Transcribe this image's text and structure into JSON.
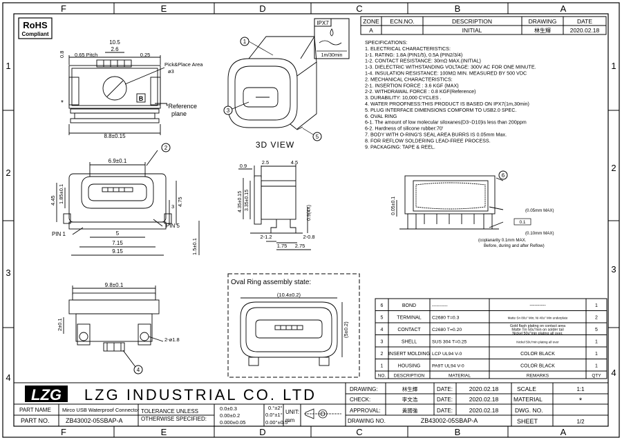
{
  "frame": {
    "columns": [
      "F",
      "E",
      "D",
      "C",
      "B",
      "A"
    ],
    "rows": [
      "1",
      "2",
      "3",
      "4"
    ]
  },
  "badges": {
    "rohs_line1": "RoHS",
    "rohs_line2": "Compliant",
    "ipx7_label": "IPX7",
    "ipx7_spec": "1m/30min"
  },
  "revision_table": {
    "headers": [
      "ZONE",
      "ECN.NO.",
      "DESCRIPTION",
      "DRAWING",
      "DATE"
    ],
    "row": {
      "zone": "A",
      "ecn": "",
      "description": "INITIAL",
      "drawing": "林生輝",
      "date": "2020.02.18"
    }
  },
  "specifications": [
    "SPECIFICATIONS:",
    "1. ELECTRICAL CHARACTERISTICS:",
    "1-1. RATING: 1.8A (PIN1/5), 0.5A (PIN2/3/4)",
    "1-2. CONTACT RESISTANCE: 30mΩ  MAX.(INITIAL)",
    "1-3. DIELECTRIC WITHSTANDING VOLTAGE: 300V AC FOR ONE MINUTE.",
    "1-4. INSULATION RESISTANCE: 100MΩ MIN. MEASURED BY 500 VDC",
    "2. MECHANICAL CHARACTERISTICS:",
    "2-1. INSERTION FORCE : 3.6 KGF (MAX)",
    "2-2. WITHDRAWAL FORCE : 0.8 KGF(Reference)",
    "3. DURABILITY: 10,000 CYCLES .",
    "4. WATER PROOFNESS:THIS PRODUCT IS BASED  ON IPX7(1m,30min)",
    "5. PLUG INTERFACE DIMENSIONS COMFORM TO USB2.0 SPEC.",
    "6. OVAL RING",
    "6-1. The amount of low molecular siloxanes(D3~D10)is less than 200ppm",
    "6-2. Hardness of silicone rubber:70'",
    "7. BODY WITH O-RING'S SEAL AREA BURRS IS 0.05mm Max.",
    "8. FOR REFLOW SOLDERING LEAD-FREE PROCESS.",
    "9. PACKAGING: TAPE & REEL."
  ],
  "top_view": {
    "dim_width": "10.5",
    "dim_pitch_val": "2.6",
    "dim_pitch_label": "0.65 Pitch",
    "dim_right": "0.25",
    "dim_left_v": "0.8",
    "pick_place_1": "Pick&Place Area",
    "pick_place_2": "ø3",
    "ref_plane_1": "*Reference",
    "ref_plane_2": "plane",
    "star": "*",
    "b_mark": "B",
    "dim_bottom": "8.8±0.15"
  },
  "view_3d": {
    "title": "3D VIEW",
    "balloons": [
      "1",
      "3",
      "5"
    ]
  },
  "front_view": {
    "dim_top": "6.9±0.1",
    "dim_left_outer": "4.45",
    "dim_left_inner": "1.85±0.1",
    "dim_right": "4.75",
    "dim_right_small": "3",
    "pin1": "PIN 1",
    "pin5": "PIN 5",
    "dim_5": "5",
    "dim_715": "7.15",
    "dim_915": "9.15",
    "dim_v_right": "1.5±0.1",
    "balloon": "2"
  },
  "side_view": {
    "dim_09": "0.9",
    "dim_25": "2.5",
    "dim_45": "4.5",
    "dim_v1": "4.35±0.15",
    "dim_v2": "3.35±0.15",
    "dim_09x": "0.9(4X)",
    "dim_2_12": "2-1.2",
    "dim_2_08": "2-0.8",
    "dim_175": "1.75",
    "dim_275": "2.75"
  },
  "coplanarity": {
    "balloon": "6",
    "dim_v": "0.05±0.1",
    "note_005": "(0.05mm MAX)",
    "note_010": "(0.10mm MAX)",
    "flat": "0.1",
    "caption_1": "(coplanarity 0.1mm MAX.",
    "caption_2": "Before, during and after Reflow)"
  },
  "bottom_view": {
    "dim_top": "9.8±0.1",
    "dim_left": "2±0.1",
    "dim_hole": "2-ø1.8",
    "balloon": "4"
  },
  "oval_ring": {
    "title": "Oval Ring assembly state:",
    "dim_w": "(10.4±0.2)",
    "dim_h": "(5±0.2)"
  },
  "bom": {
    "headers": [
      "NO.",
      "DESCRIPTION",
      "MATERIAL",
      "REMARKS",
      "QTY"
    ],
    "rows": [
      {
        "no": "6",
        "desc": "BOND",
        "mat": "----------",
        "remarks": "----------",
        "qty": "1"
      },
      {
        "no": "5",
        "desc": "TERMINAL",
        "mat": "C2680  T=0.3",
        "remarks": "Matte Sn 80u\" Min; Ni 40u\" Min underplate",
        "qty": "2"
      },
      {
        "no": "4",
        "desc": "CONTACT",
        "mat": "C2680  T=0.20",
        "remarks": "Gold flash plating on contact area|Matte Tin 50u\"min on solder tail|Nickel 50u\"min plating all over.",
        "qty": "5"
      },
      {
        "no": "3",
        "desc": "SHELL",
        "mat": "SUS 304 T=0.25",
        "remarks": "Nickel 50u\"min plating all over",
        "qty": "1"
      },
      {
        "no": "2",
        "desc": "INSERT MOLDING",
        "mat": "LCP UL94 V-0",
        "remarks": "COLOR BLACK",
        "qty": "1"
      },
      {
        "no": "1",
        "desc": "HOUSING",
        "mat": "PA9T UL94 V-0",
        "remarks": "COLOR BLACK",
        "qty": "1"
      }
    ]
  },
  "title_block": {
    "logo": "LZG",
    "company": "LZG INDUSTRIAL CO. LTD",
    "part_name_label": "PART NAME",
    "part_name": "Mirco USB Waterproof Connector",
    "part_no_label": "PART NO.",
    "part_no": "ZB43002-05SBAP-A",
    "tolerance_1": "TOLERANCE UNLESS",
    "tolerance_2": "OTHERWISE SPECIFIED:",
    "tol_lin": [
      "0.0±0.3",
      "0.00±0.2",
      "0.000±0.05"
    ],
    "tol_ang": [
      "0.°±2°",
      "0.0°±1°",
      "0.00°±0.5°"
    ],
    "unit_label": "UNIT:",
    "unit": "mm",
    "drawing_label": "DRAWING:",
    "drawing_by": "林生輝",
    "check_label": "CHECK:",
    "check_by": "李文浩",
    "approval_label": "APPROVAL:",
    "approval_by": "黃國強",
    "drawing_no_label": "DRAWING NO.",
    "drawing_no": "ZB43002-05SBAP-A",
    "date_label": "DATE:",
    "date": "2020.02.18",
    "scale_label": "SCALE",
    "scale": "1:1",
    "material_label": "MATERIAL",
    "material": "*",
    "dwg_no_label": "DWG. NO.",
    "dwg_no": "",
    "sheet_label": "SHEET",
    "sheet": "1/2"
  }
}
